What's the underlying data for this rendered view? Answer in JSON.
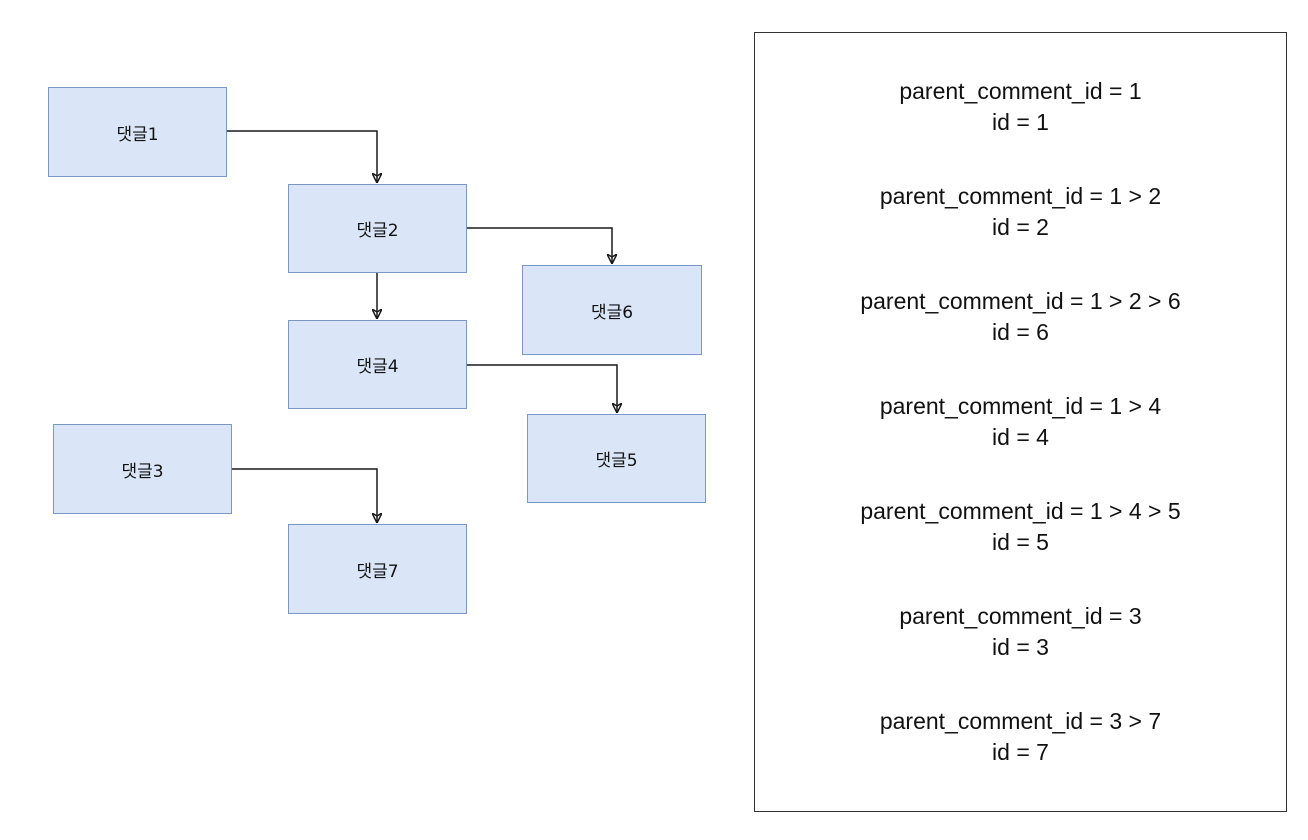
{
  "nodes": {
    "n1": "댓글1",
    "n2": "댓글2",
    "n3": "댓글3",
    "n4": "댓글4",
    "n5": "댓글5",
    "n6": "댓글6",
    "n7": "댓글7"
  },
  "edges": [
    {
      "from": "댓글1",
      "to": "댓글2"
    },
    {
      "from": "댓글2",
      "to": "댓글4"
    },
    {
      "from": "댓글2",
      "to": "댓글6"
    },
    {
      "from": "댓글4",
      "to": "댓글5"
    },
    {
      "from": "댓글3",
      "to": "댓글7"
    }
  ],
  "path_entries": [
    {
      "path": "parent_comment_id = 1",
      "id": "id = 1"
    },
    {
      "path": "parent_comment_id = 1 > 2",
      "id": "id = 2"
    },
    {
      "path": "parent_comment_id = 1 > 2 > 6",
      "id": "id = 6"
    },
    {
      "path": "parent_comment_id = 1 > 4",
      "id": "id = 4"
    },
    {
      "path": "parent_comment_id = 1 > 4 > 5",
      "id": "id = 5"
    },
    {
      "path": "parent_comment_id = 3",
      "id": "id = 3"
    },
    {
      "path": "parent_comment_id = 3 > 7",
      "id": "id = 7"
    }
  ],
  "colors": {
    "node_fill": "#dae6f8",
    "node_border": "#7c96c5",
    "edge": "#1a1a1a"
  }
}
